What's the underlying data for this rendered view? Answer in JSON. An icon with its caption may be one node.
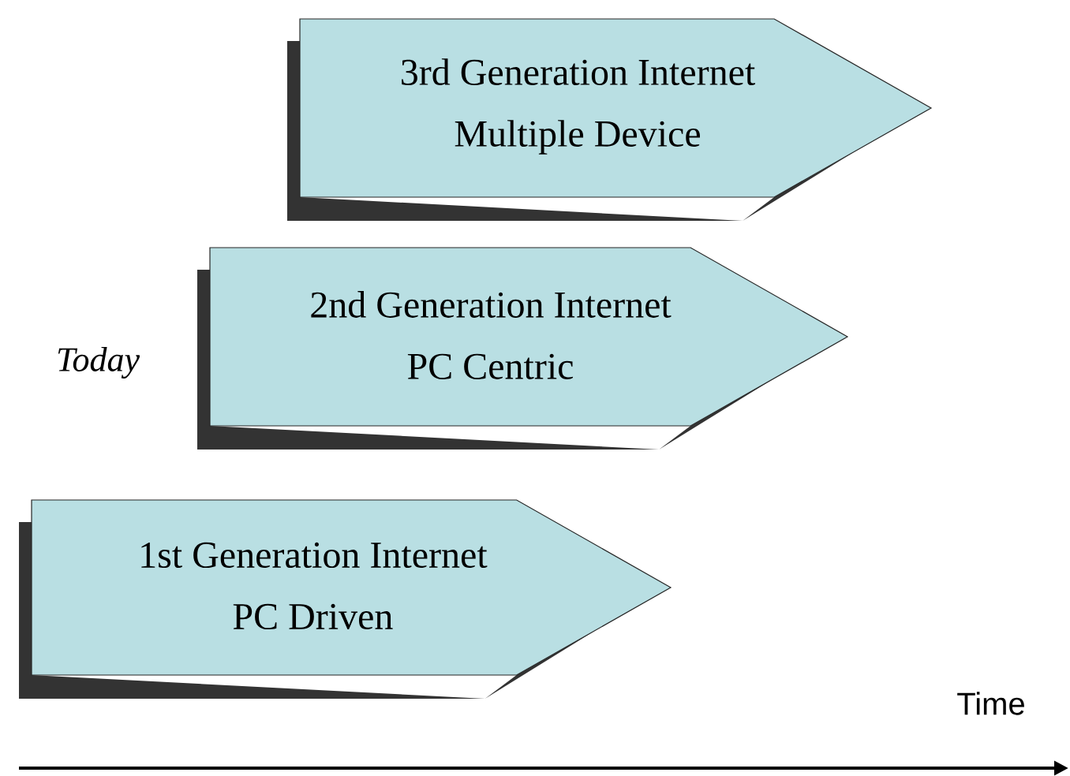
{
  "diagram": {
    "nodes": [
      {
        "text": [
          "3rd Generation Internet",
          "Multiple Device"
        ]
      },
      {
        "text": [
          "2nd Generation Internet",
          "PC Centric"
        ]
      },
      {
        "text": [
          "1st Generation Internet",
          "PC Driven"
        ]
      }
    ],
    "labels": [
      "Today",
      "Time"
    ]
  }
}
